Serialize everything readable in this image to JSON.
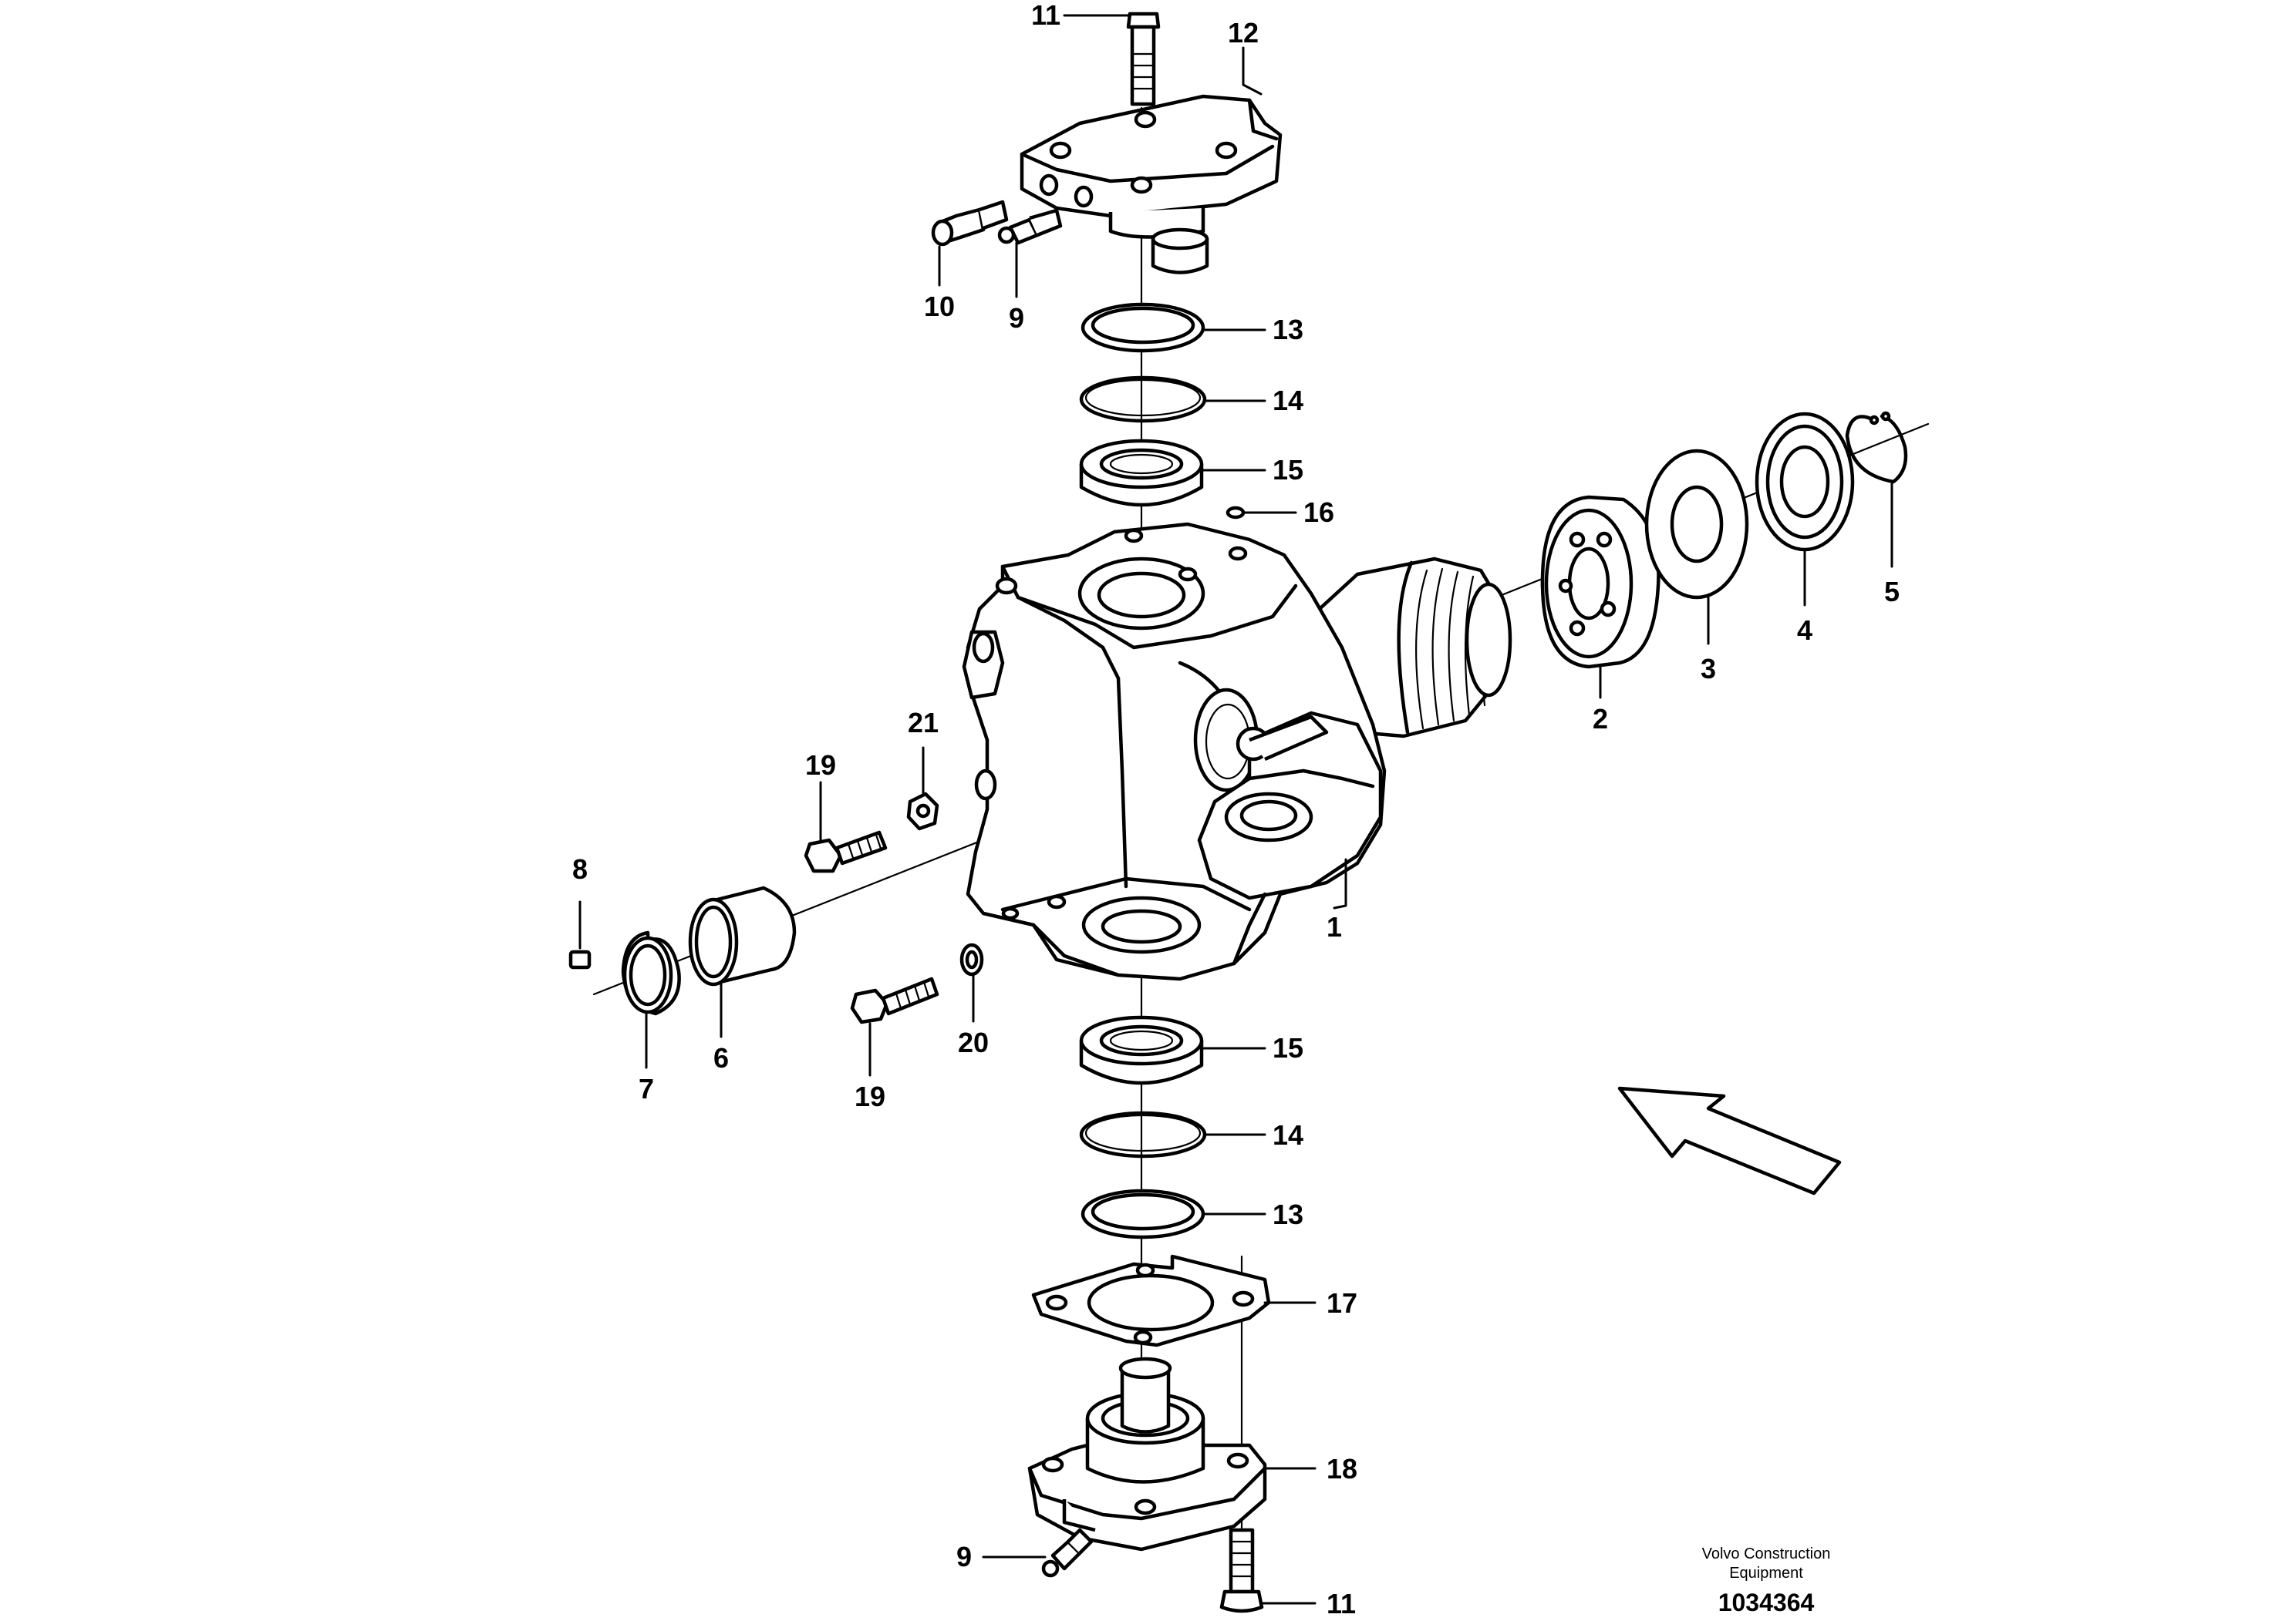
{
  "callouts": [
    {
      "id": "c1",
      "text": "1"
    },
    {
      "id": "c2",
      "text": "2"
    },
    {
      "id": "c3",
      "text": "3"
    },
    {
      "id": "c4",
      "text": "4"
    },
    {
      "id": "c5",
      "text": "5"
    },
    {
      "id": "c6",
      "text": "6"
    },
    {
      "id": "c7",
      "text": "7"
    },
    {
      "id": "c8",
      "text": "8"
    },
    {
      "id": "c9a",
      "text": "9"
    },
    {
      "id": "c9b",
      "text": "9"
    },
    {
      "id": "c10",
      "text": "10"
    },
    {
      "id": "c11a",
      "text": "11"
    },
    {
      "id": "c11b",
      "text": "11"
    },
    {
      "id": "c12",
      "text": "12"
    },
    {
      "id": "c13a",
      "text": "13"
    },
    {
      "id": "c13b",
      "text": "13"
    },
    {
      "id": "c14a",
      "text": "14"
    },
    {
      "id": "c14b",
      "text": "14"
    },
    {
      "id": "c15a",
      "text": "15"
    },
    {
      "id": "c15b",
      "text": "15"
    },
    {
      "id": "c16",
      "text": "16"
    },
    {
      "id": "c17",
      "text": "17"
    },
    {
      "id": "c18",
      "text": "18"
    },
    {
      "id": "c19a",
      "text": "19"
    },
    {
      "id": "c19b",
      "text": "19"
    },
    {
      "id": "c20",
      "text": "20"
    },
    {
      "id": "c21",
      "text": "21"
    }
  ],
  "brand": {
    "line1": "Volvo Construction",
    "line2": "Equipment"
  },
  "document_number": "1034364"
}
